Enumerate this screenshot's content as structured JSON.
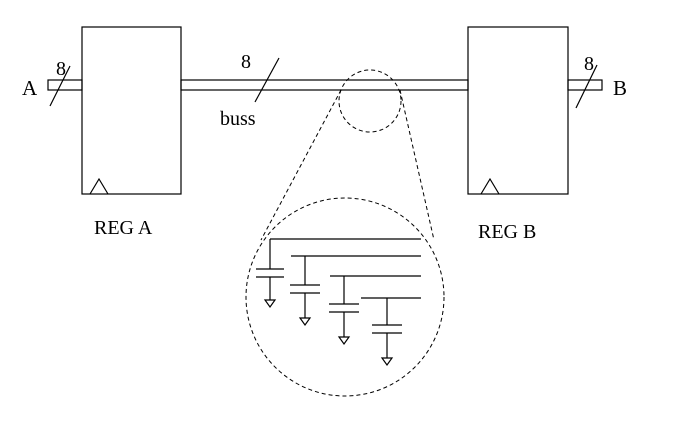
{
  "labels": {
    "input": "A",
    "output": "B",
    "width_in": "8",
    "width_bus": "8",
    "width_out": "8",
    "bus": "buss",
    "reg_a": "REG A",
    "reg_b": "REG B"
  },
  "capacitor_taps": 4
}
